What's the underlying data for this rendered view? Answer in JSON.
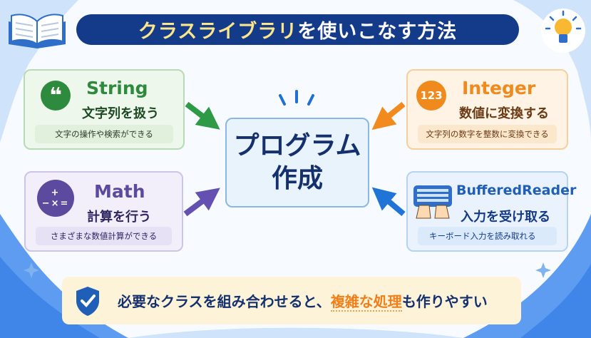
{
  "title": {
    "highlight": "クラスライブラリ",
    "rest": "を使いこなす方法"
  },
  "center": {
    "line1": "プログラム",
    "line2": "作成"
  },
  "cards": [
    {
      "name": "String",
      "subtitle": "文字列を扱う",
      "description": "文字の操作や検索ができる",
      "icon": "quote-icon",
      "icon_text": "❝",
      "color": "#2e8b3e"
    },
    {
      "name": "Integer",
      "subtitle": "数値に変換する",
      "description": "文字列の数字を整数に変換できる",
      "icon": "number-icon",
      "icon_text": "123",
      "color": "#f08a1c"
    },
    {
      "name": "Math",
      "subtitle": "計算を行う",
      "description": "さまざまな数値計算ができる",
      "icon": "calculator-icon",
      "icon_text": "+−×=",
      "color": "#5b4a9e"
    },
    {
      "name": "BufferedReader",
      "subtitle": "入力を受け取る",
      "description": "キーボード入力を読み取れる",
      "icon": "keyboard-icon",
      "color": "#1f5fb8"
    }
  ],
  "banner": {
    "before": "必要なクラスを組み合わせると、",
    "highlight": "複雑な処理",
    "after": "も作りやすい"
  }
}
